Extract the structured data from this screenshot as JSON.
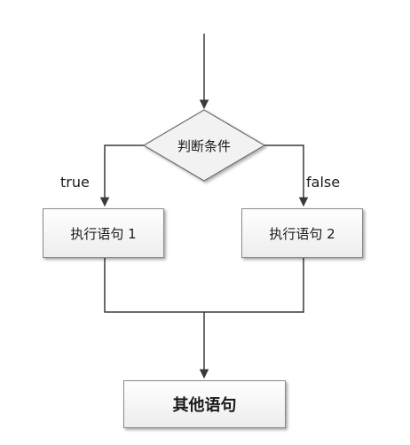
{
  "diagram": {
    "decision": {
      "label": "判断条件"
    },
    "branches": {
      "true_label": "true",
      "false_label": "false"
    },
    "statement_1": {
      "label": "执行语句 1"
    },
    "statement_2": {
      "label": "执行语句 2"
    },
    "merge_statement": {
      "label": "其他语句"
    }
  },
  "colors": {
    "line": "#3a3a3a",
    "diamond_fill": "#f2f2f2",
    "box_border": "#8a8a8a"
  }
}
